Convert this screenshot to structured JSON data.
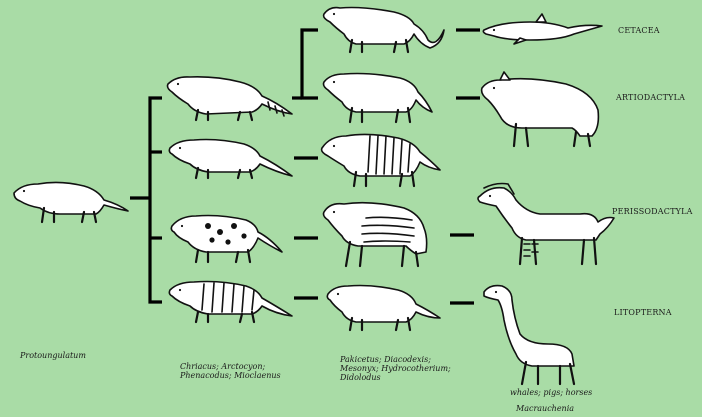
{
  "groups": {
    "cetacea": "CETACEA",
    "artiodactyla": "ARTIODACTYLA",
    "perissodactyla": "PERISSODACTYLA",
    "litopterna": "LITOPTERNA"
  },
  "captions": {
    "ancestor": "Protoungulatum",
    "stage1_line1": "Chriacus; Arctocyon;",
    "stage1_line2": "Phenacodus; Mioclaenus",
    "stage2_line1": "Pakicetus; Diacodexis;",
    "stage2_line2": "Mesonyx; Hydrocotherium;",
    "stage2_line3": "Didolodus",
    "stage3_line1": "whales; pigs; horses",
    "stage3_line2": "Macrauchenia"
  }
}
